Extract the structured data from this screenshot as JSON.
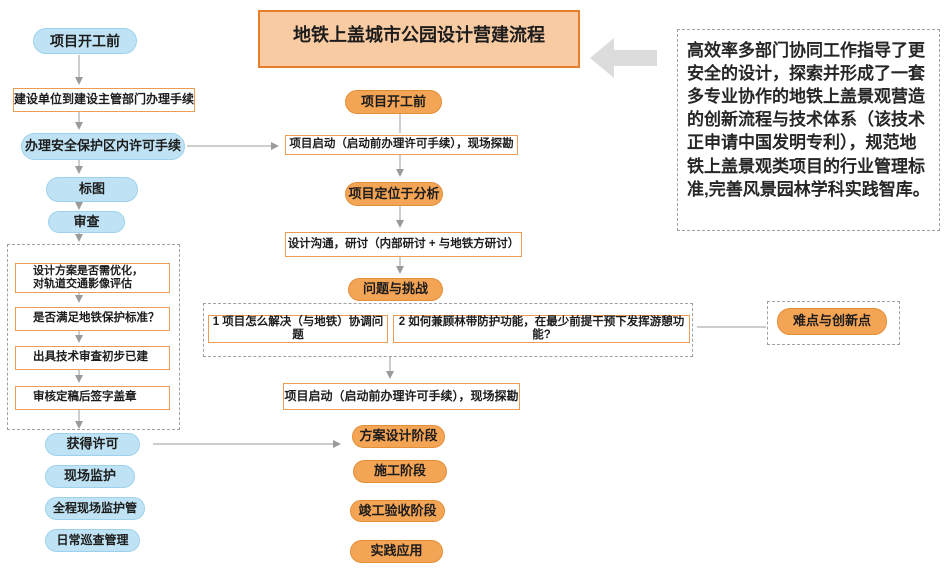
{
  "title": "地铁上盖城市公园设计营建流程",
  "colors": {
    "blue_fill": "#bfe3f4",
    "orange_fill": "#f4a455",
    "title_fill": "#f9cba2",
    "accent_border": "#e87e2b",
    "connector_gray": "#9b9b9b",
    "block_arrow_gray": "#dcdcdc"
  },
  "left_flow": {
    "start": "项目开工前",
    "step_procedures": "建设单位到建设主管部门办理手续",
    "step_permit": "办理安全保护区内许可手续",
    "step_mark": "标图",
    "step_review": "审查",
    "review_group": {
      "item1": "设计方案是否需优化，\n对轨道交通影像评估",
      "item2": "是否满足地铁保护标准？",
      "item3": "出具技术审查初步已建",
      "item4": "审核定稿后签字盖章"
    },
    "step_license": "获得许可",
    "step_site_watch": "现场监护",
    "step_full_watch": "全程现场监护管",
    "step_daily_patrol": "日常巡查管理"
  },
  "main_flow": {
    "start": "项目开工前",
    "kickoff1": "项目启动（启动前办理许可手续），现场探勘",
    "positioning": "项目定位于分析",
    "communication": "设计沟通，研讨（内部研讨 + 与地铁方研讨）",
    "challenge": "问题与挑战",
    "questions": {
      "q1": "1 项目怎么解决（与地铁）协调问题",
      "q2": "2 如何兼顾林带防护功能，在最少前提干预下发挥游憩功能?"
    },
    "kickoff2": "项目启动（启动前办理许可手续），现场探勘",
    "phase_design": "方案设计阶段",
    "phase_construction": "施工阶段",
    "phase_acceptance": "竣工验收阶段",
    "phase_practice": "实践应用"
  },
  "highlight": {
    "label": "难点与创新点"
  },
  "note": {
    "text": "高效率多部门协同工作指导了更安全的设计，探索并形成了一套多专业协作的地铁上盖景观营造的创新流程与技术体系（该技术正申请中国发明专利），规范地铁上盖景观类项目的行业管理标准,完善风景园林学科实践智库。"
  }
}
